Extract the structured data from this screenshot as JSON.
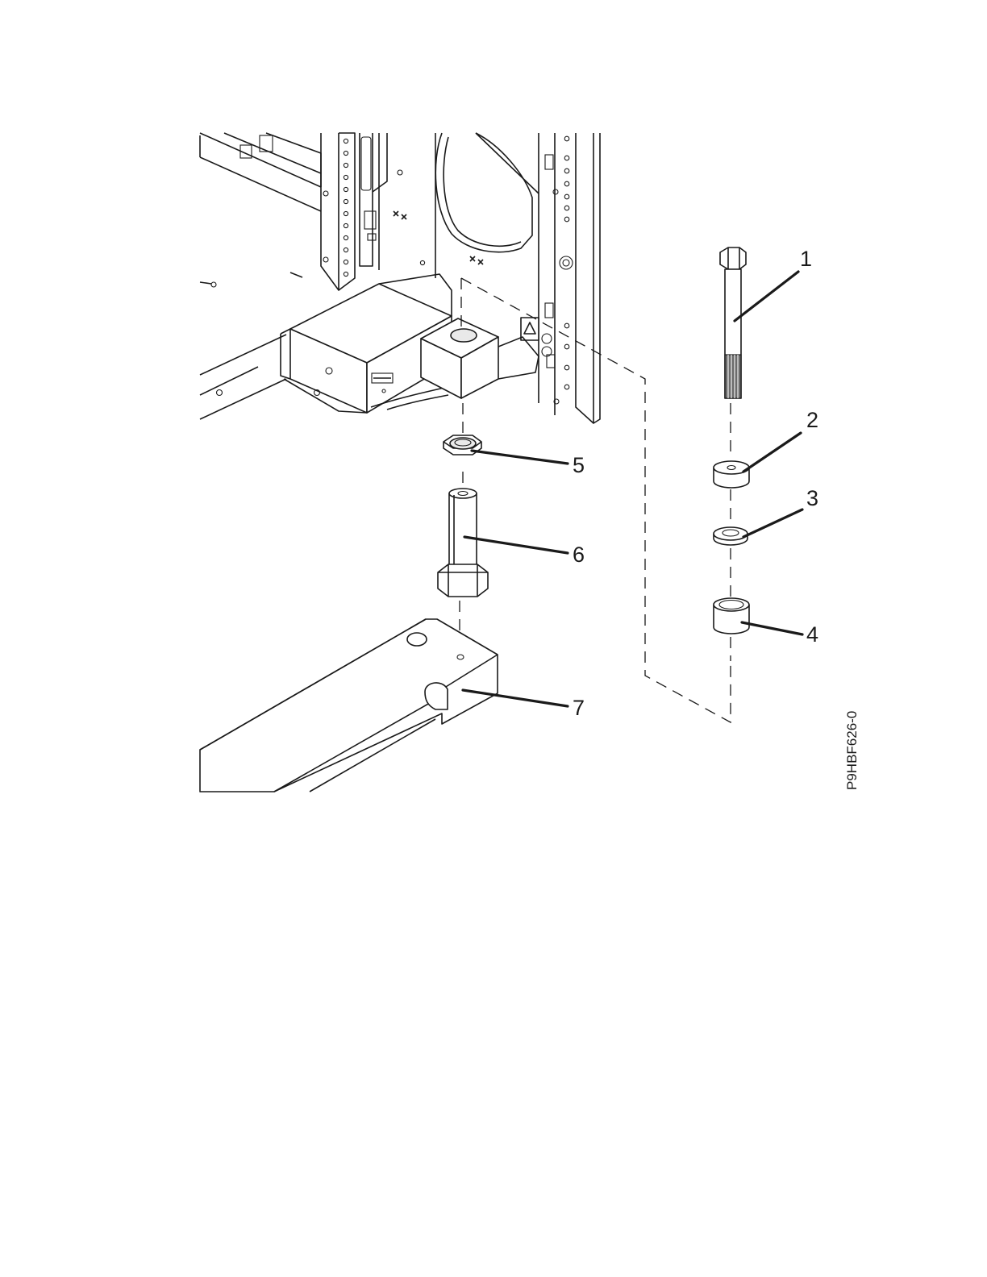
{
  "figure_id": "P9HBF626-0",
  "callouts": [
    {
      "number": "1",
      "part": "bolt"
    },
    {
      "number": "2",
      "part": "spacer"
    },
    {
      "number": "3",
      "part": "split-washer"
    },
    {
      "number": "4",
      "part": "sleeve"
    },
    {
      "number": "5",
      "part": "hex-nut"
    },
    {
      "number": "6",
      "part": "leveler-foot"
    },
    {
      "number": "7",
      "part": "floor-plate"
    }
  ]
}
